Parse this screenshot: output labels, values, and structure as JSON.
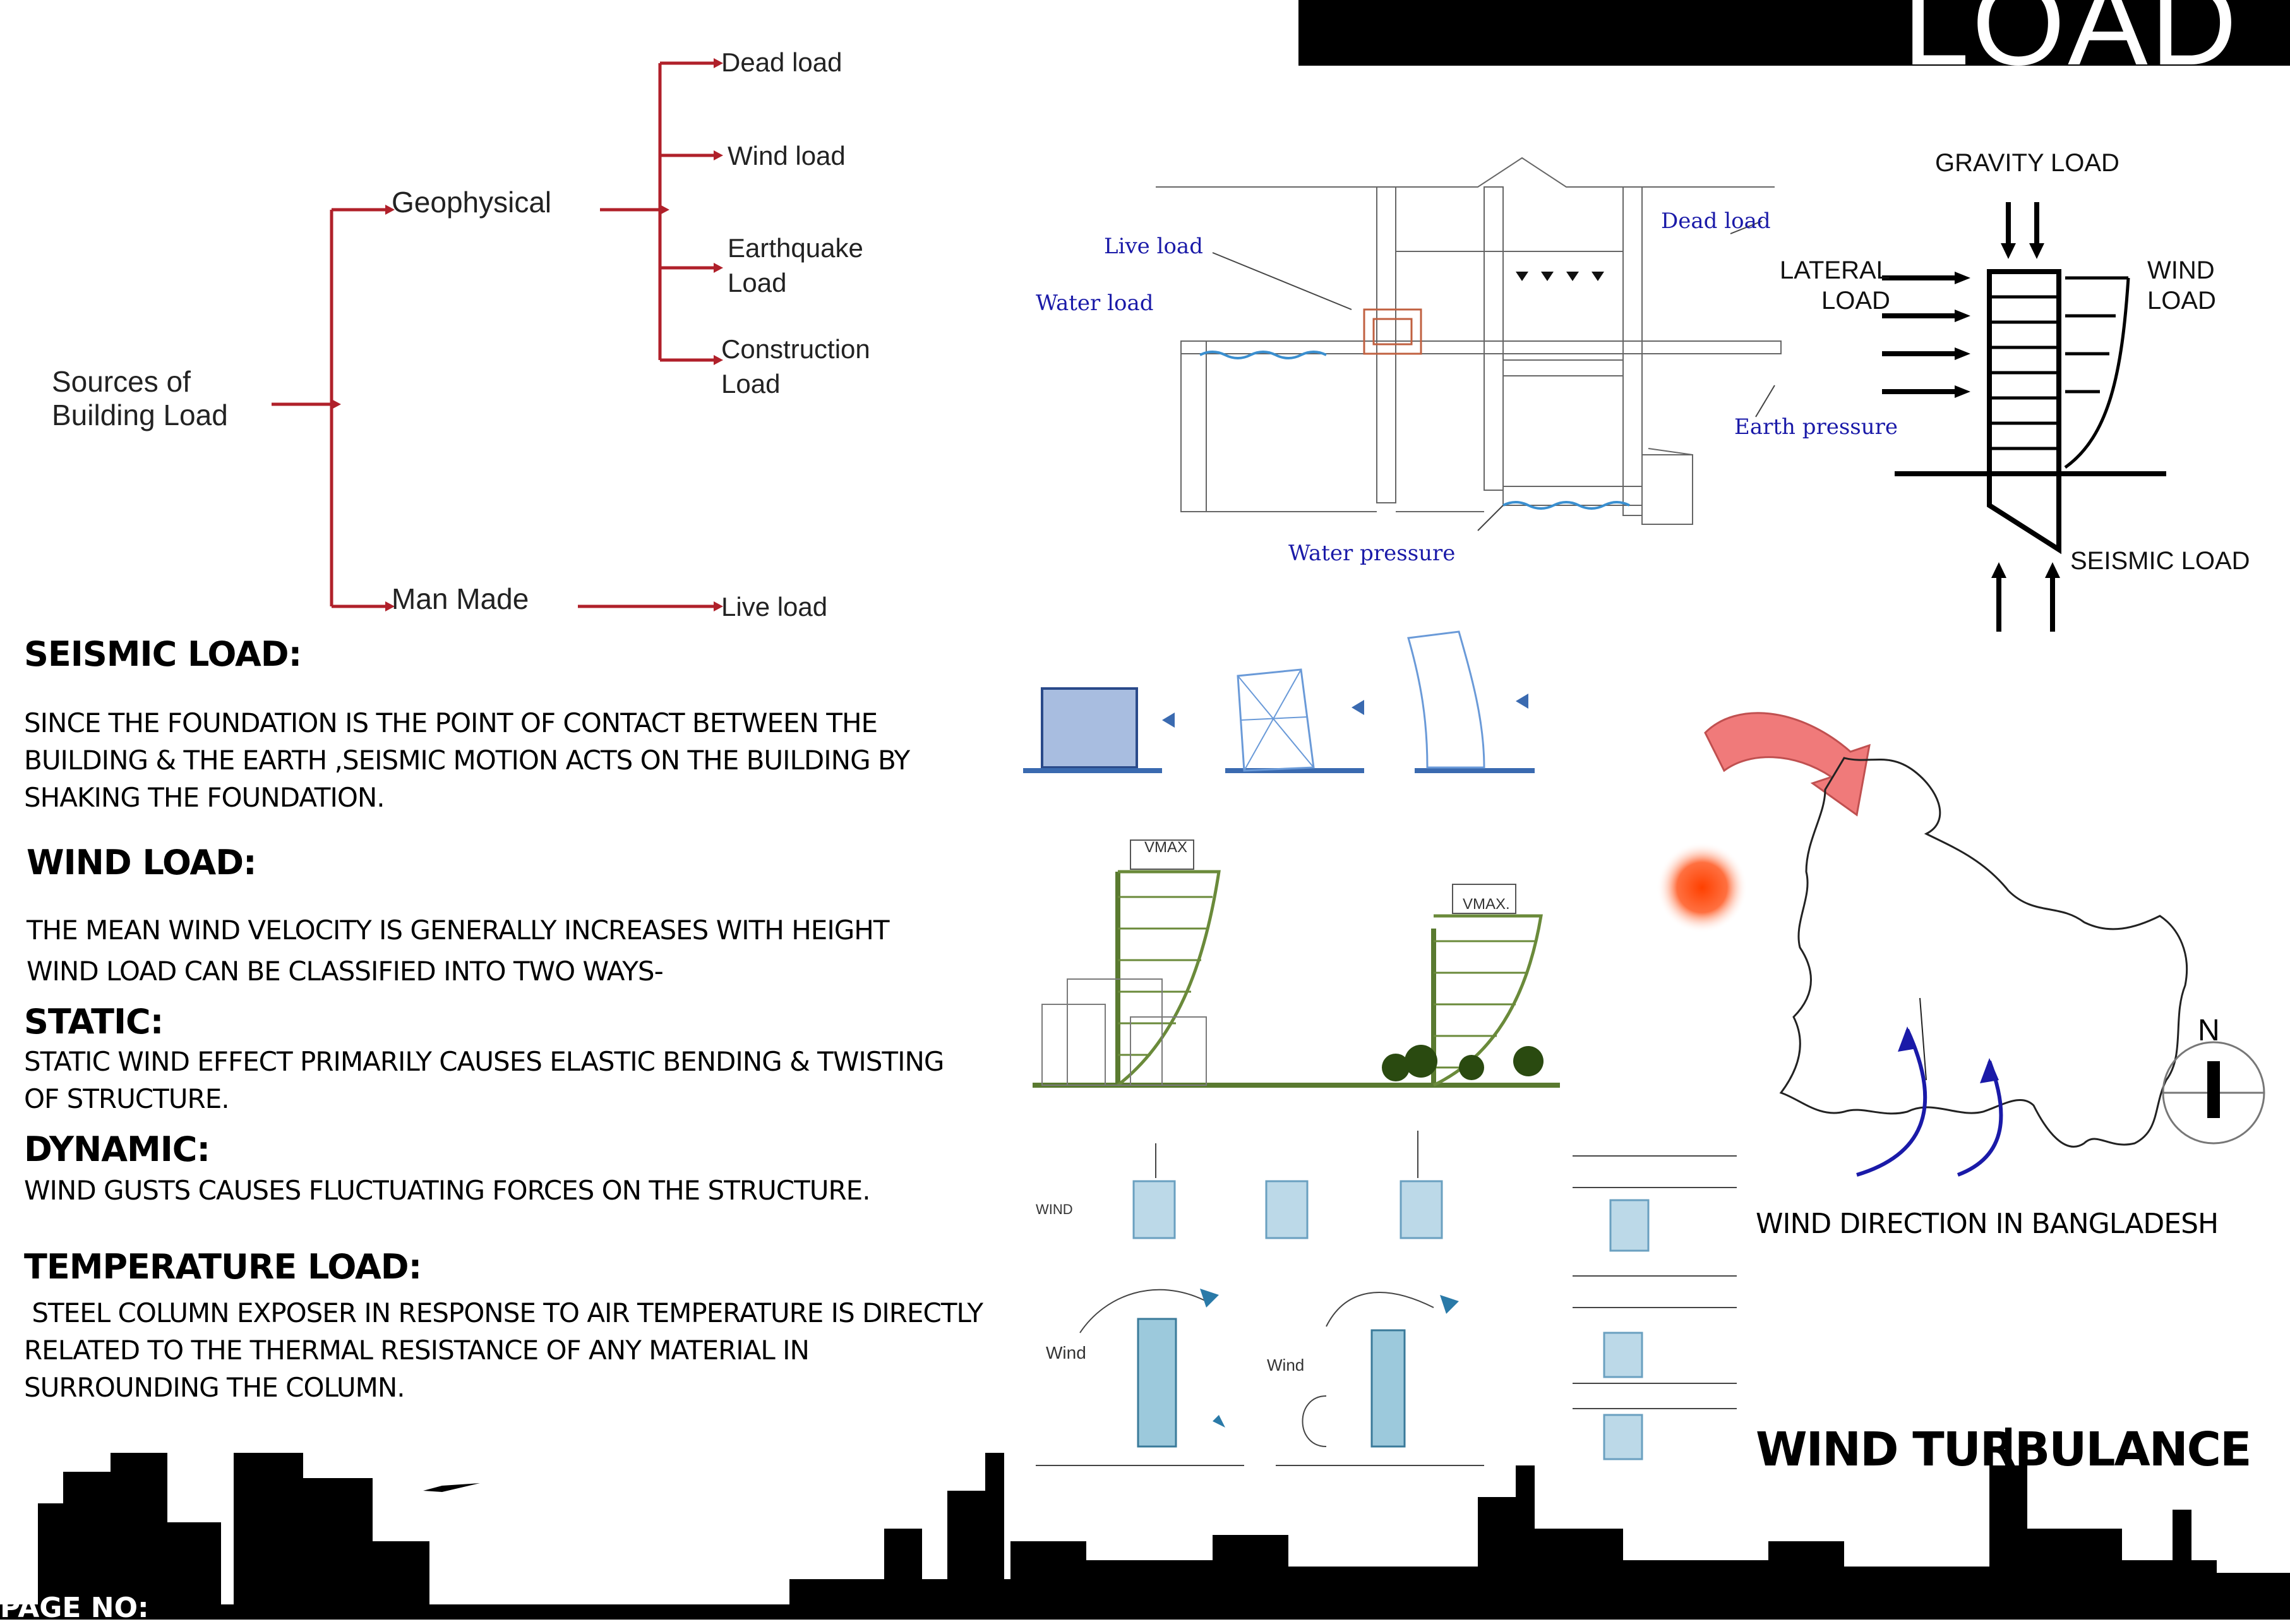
{
  "title": "LOAD",
  "tree": {
    "root": "Sources  of\nBuilding Load",
    "branches": [
      "Geophysical",
      "Man Made"
    ],
    "geophysical_leaves": [
      "Dead load",
      "Wind load",
      "Earthquake\nLoad",
      "Construction\nLoad"
    ],
    "manmade_leaves": [
      "Live load"
    ]
  },
  "building_section": {
    "labels": {
      "live": "Live load",
      "water": "Water load",
      "dead": "Dead load",
      "earth": "Earth pressure",
      "water_pressure": "Water pressure"
    }
  },
  "load_diagram": {
    "gravity": "GRAVITY LOAD",
    "lateral": "LATERAL\nLOAD",
    "wind": "WIND\nLOAD",
    "seismic": "SEISMIC LOAD"
  },
  "sections": {
    "seismic": {
      "heading": "SEISMIC LOAD:",
      "text": "SINCE THE FOUNDATION IS THE POINT OF CONTACT BETWEEN THE BUILDING & THE EARTH ,SEISMIC MOTION  ACTS ON THE BUILDING BY SHAKING THE FOUNDATION."
    },
    "wind": {
      "heading": "WIND LOAD:",
      "text": "THE MEAN WIND VELOCITY IS GENERALLY INCREASES WITH HEIGHT\nWIND LOAD CAN BE CLASSIFIED INTO TWO WAYS-"
    },
    "static": {
      "heading": "STATIC:",
      "text": "STATIC WIND EFFECT PRIMARILY CAUSES ELASTIC BENDING & TWISTING OF STRUCTURE."
    },
    "dynamic": {
      "heading": "DYNAMIC:",
      "text": "WIND GUSTS CAUSES FLUCTUATING FORCES ON THE STRUCTURE."
    },
    "temperature": {
      "heading": "TEMPERATURE LOAD:",
      "text": " STEEL COLUMN EXPOSER IN RESPONSE TO AIR TEMPERATURE IS DIRECTLY RELATED TO THE THERMAL RESISTANCE OF ANY MATERIAL IN SURROUNDING THE COLUMN."
    }
  },
  "velocity_labels": [
    "VMAX",
    "VMAX."
  ],
  "turbulence_labels": {
    "wind_small": "WIND",
    "wind_a": "Wind",
    "wind_b": "Wind"
  },
  "map": {
    "north": "N",
    "caption": "WIND DIRECTION IN BANGLADESH"
  },
  "wind_turbulance": "WIND TURBULANCE",
  "page_no": "PAGE NO:"
}
